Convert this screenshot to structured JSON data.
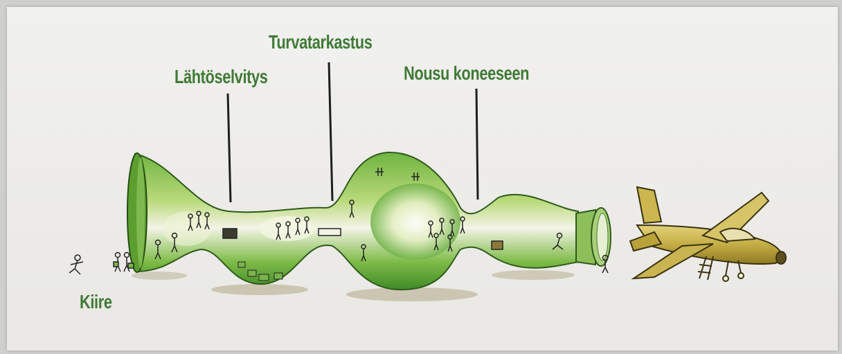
{
  "diagram": {
    "labels": {
      "kiire": "Kiire",
      "lahtoselvitys": "Lähtöselvitys",
      "turvatarkastus": "Turvatarkastus",
      "nousu": "Nousu koneeseen"
    },
    "colors": {
      "label_green": "#3f7a35",
      "bottle_green": "#4e9a2e",
      "plane_gold": "#b9a23a",
      "background": "#efeeeb"
    }
  }
}
